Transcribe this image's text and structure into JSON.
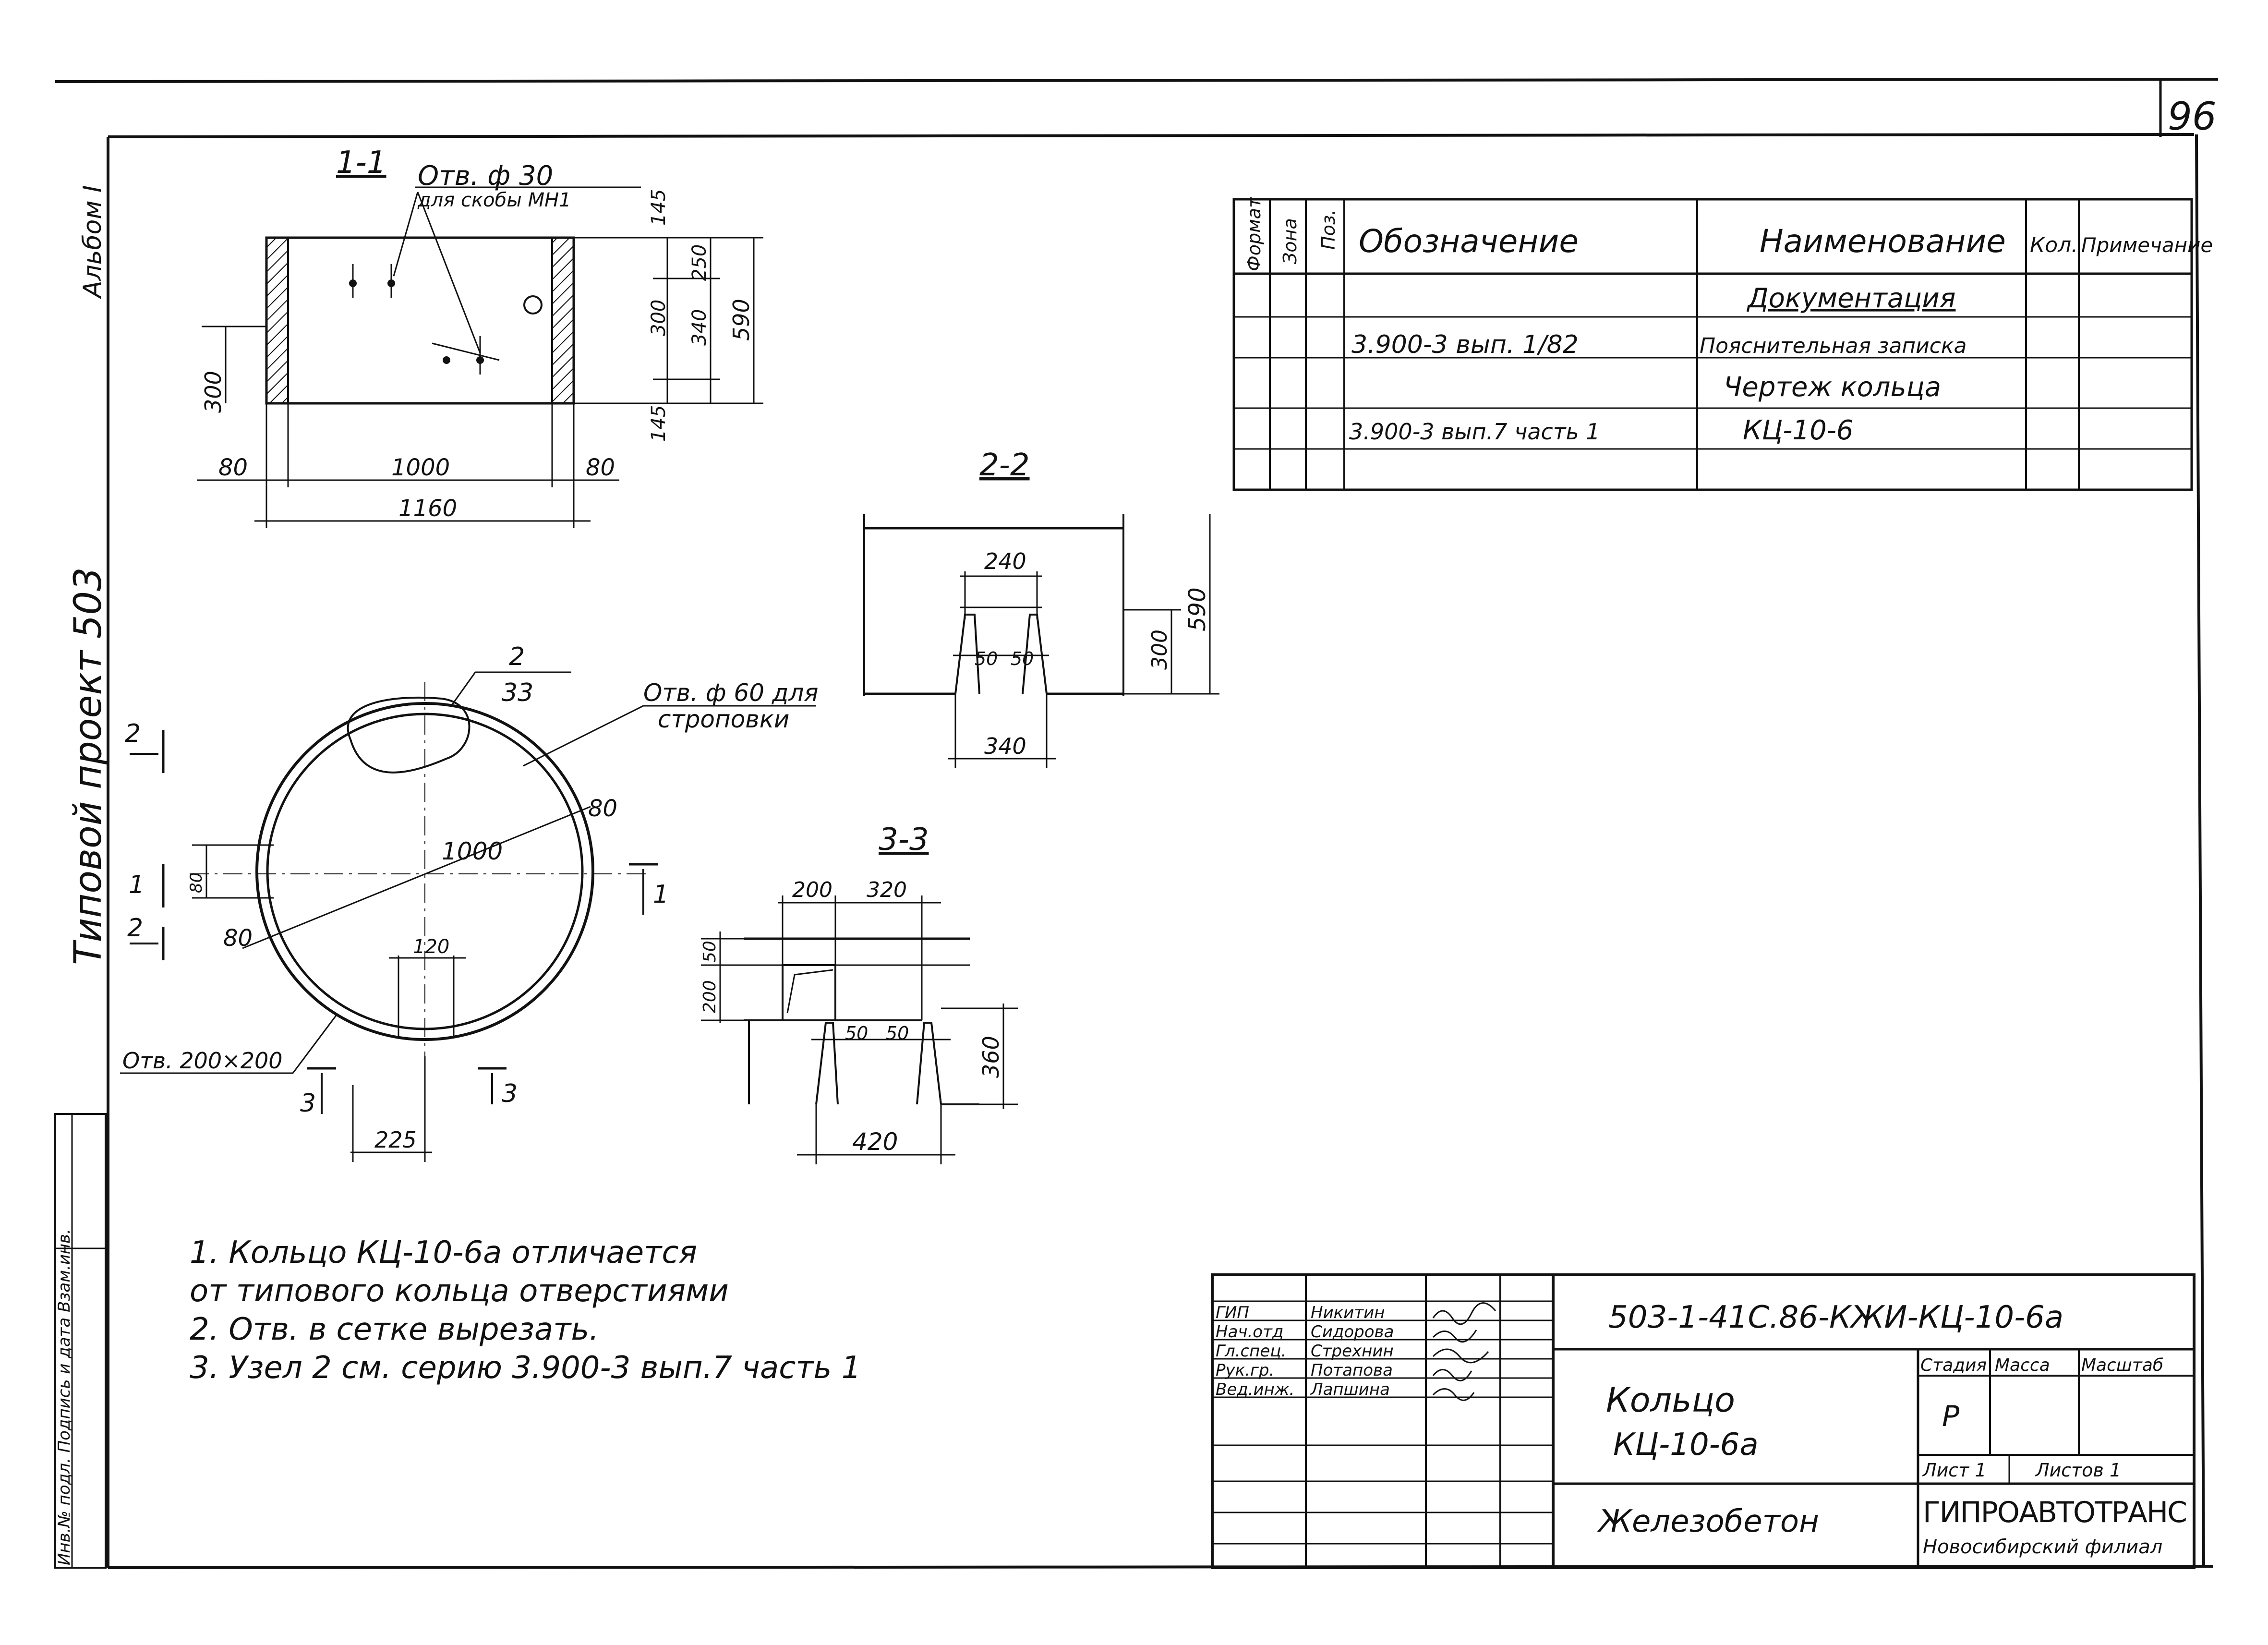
{
  "sheet": {
    "page_number": "96",
    "album_label": "Альбом I",
    "vertical_title": "Типовой проект 503",
    "side_stamp": "Инв.№ подл. Подпись и дата Взам.инв."
  },
  "spec_table": {
    "headers": {
      "format": "Формат",
      "zone": "Зона",
      "pos": "Поз.",
      "designation": "Обозначение",
      "name": "Наименование",
      "qty": "Кол.",
      "note": "Примечание"
    },
    "rows": [
      {
        "designation": "",
        "name": "Документация"
      },
      {
        "designation": "3.900-3   вып. 1/82",
        "name": "Пояснительная записка"
      },
      {
        "designation": "",
        "name": "Чертеж кольца"
      },
      {
        "designation": "3.900-3 вып.7 часть 1",
        "name": "КЦ-10-6"
      },
      {
        "designation": "",
        "name": ""
      }
    ]
  },
  "views": {
    "section_1_1": {
      "title": "1-1",
      "callout_line1": "Отв. ф 30",
      "callout_line2": "для скобы МН1",
      "dims": {
        "left_wall": "80",
        "inner": "1000",
        "right_wall": "80",
        "overall": "1160",
        "left_height": "300",
        "right_top": "145",
        "right_250": "250",
        "right_300": "300",
        "right_340": "340",
        "right_bottom": "145",
        "right_total": "590"
      }
    },
    "section_2_2": {
      "title": "2-2",
      "dims": {
        "top": "240",
        "left_gap": "50",
        "right_gap": "50",
        "bottom": "340",
        "depth": "300",
        "height": "590"
      }
    },
    "section_3_3": {
      "title": "3-3",
      "dims": {
        "w200": "200",
        "w320": "320",
        "h50": "50",
        "h200": "200",
        "g1": "50",
        "g2": "50",
        "h360": "360",
        "bottom": "420"
      }
    },
    "plan": {
      "node_ref_top": "2",
      "node_ref_bottom": "33",
      "lifting_hole_line1": "Отв. ф 60 для",
      "lifting_hole_line2": "строповки",
      "diameter": "1000",
      "wall_right": "80",
      "wall_left": "80",
      "opening_height": "80",
      "opening_bottom_width": "120",
      "opening_bottom_offset": "225",
      "opening_label": "Отв. 200×200",
      "cut_1": "1",
      "cut_2": "2",
      "cut_3": "3"
    }
  },
  "notes": [
    "1. Кольцо  КЦ-10-6а  отличается",
    "от  типового  кольца  отверстиями",
    "2. Отв. в сетке вырезать.",
    "3. Узел 2 см. серию 3.900-3 вып.7  часть 1"
  ],
  "title_block": {
    "code": "503-1-41С.86-КЖИ-КЦ-10-6а",
    "staff": [
      {
        "role": "ГИП",
        "name": "Никитин"
      },
      {
        "role": "Нач.отд",
        "name": "Сидорова"
      },
      {
        "role": "Гл.спец.",
        "name": "Стрехнин"
      },
      {
        "role": "Рук.гр.",
        "name": "Потапова"
      },
      {
        "role": "Вед.инж.",
        "name": "Лапшина"
      }
    ],
    "item_title": "Кольцо",
    "item_code": "КЦ-10-6а",
    "stage_label": "Стадия",
    "mass_label": "Масса",
    "scale_label": "Масштаб",
    "stage_value": "Р",
    "sheet_label": "Лист 1",
    "sheets_label": "Листов 1",
    "material": "Железобетон",
    "org_name": "ГИПРОАВТОТРАНС",
    "org_branch": "Новосибирский филиал"
  }
}
